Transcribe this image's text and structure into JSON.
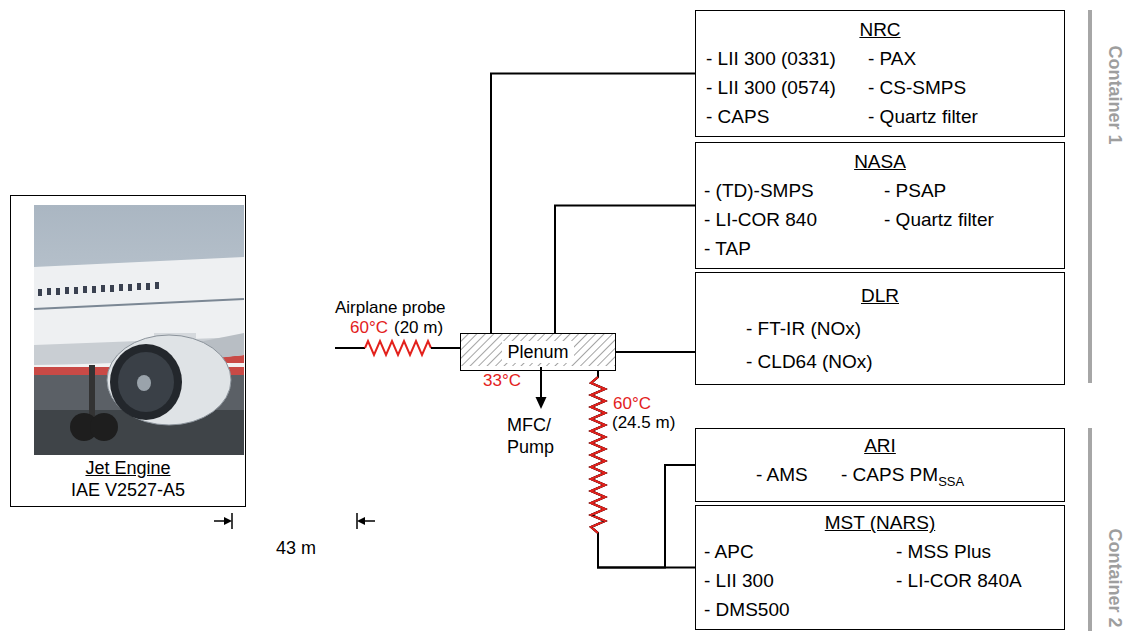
{
  "diagram": {
    "nodes": [
      {
        "text": [
          "Jet Engine",
          "IAE V2527-A5"
        ]
      },
      {
        "text": [
          "Plenum"
        ]
      },
      {
        "text": [
          "NRC",
          "- LII 300 (0331)",
          "- PAX",
          "- LII 300 (0574)",
          "- CS-SMPS",
          "- CAPS",
          "- Quartz filter"
        ]
      },
      {
        "text": [
          "NASA",
          "- (TD)-SMPS",
          "- PSAP",
          "- LI-COR 840",
          "- Quartz filter",
          "- TAP"
        ]
      },
      {
        "text": [
          "DLR",
          "- FT-IR (NOx)",
          "- CLD64 (NOx)"
        ]
      },
      {
        "text": [
          "ARI",
          "- AMS",
          "- CAPS PM",
          "SSA"
        ]
      },
      {
        "text": [
          "MST (NARS)",
          "- APC",
          "- MSS Plus",
          "- LII 300",
          "- LI-COR 840A",
          "- DMS500"
        ]
      }
    ],
    "edges": [
      {
        "from": 1,
        "to": 2,
        "arrow": "none"
      },
      {
        "from": 1,
        "to": 3,
        "arrow": "none"
      },
      {
        "from": 1,
        "to": 4,
        "arrow": "none"
      },
      {
        "from": 1,
        "to": 5,
        "arrow": "none"
      },
      {
        "from": 1,
        "to": 6,
        "arrow": "none"
      }
    ],
    "labels": [
      "Airplane probe",
      "60°C",
      "(20 m)",
      "33°C",
      "MFC/ Pump",
      "60°C",
      "(24.5 m)",
      "43 m",
      "Container 1",
      "Container 2"
    ]
  }
}
